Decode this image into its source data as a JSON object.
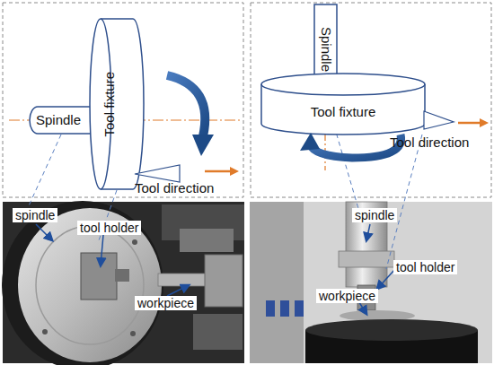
{
  "diagram": {
    "nodes": [
      {
        "text": [
          "Spindle"
        ]
      },
      {
        "text": [
          "Tool fixture"
        ]
      },
      {
        "text": [
          "Spindle"
        ]
      },
      {
        "text": [
          "Tool fixture"
        ]
      }
    ],
    "labels": [
      "Tool direction",
      "Tool direction",
      "spindle",
      "tool holder",
      "workpiece",
      "spindle",
      "tool holder",
      "workpiece"
    ]
  }
}
